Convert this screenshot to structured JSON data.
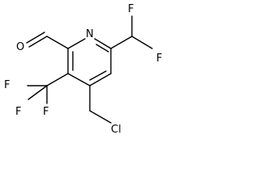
{
  "structure": {
    "atoms": {
      "ring_nitrogen": "N",
      "aldehyde_oxygen": "O",
      "chf2_fluorine_1": "F",
      "chf2_fluorine_2": "F",
      "cf3_fluorine_1": "F",
      "cf3_fluorine_2": "F",
      "cf3_fluorine_3": "F",
      "chlorine": "Cl"
    },
    "colors": {
      "bond": "#000000",
      "label": "#000000",
      "background": "#ffffff"
    }
  }
}
